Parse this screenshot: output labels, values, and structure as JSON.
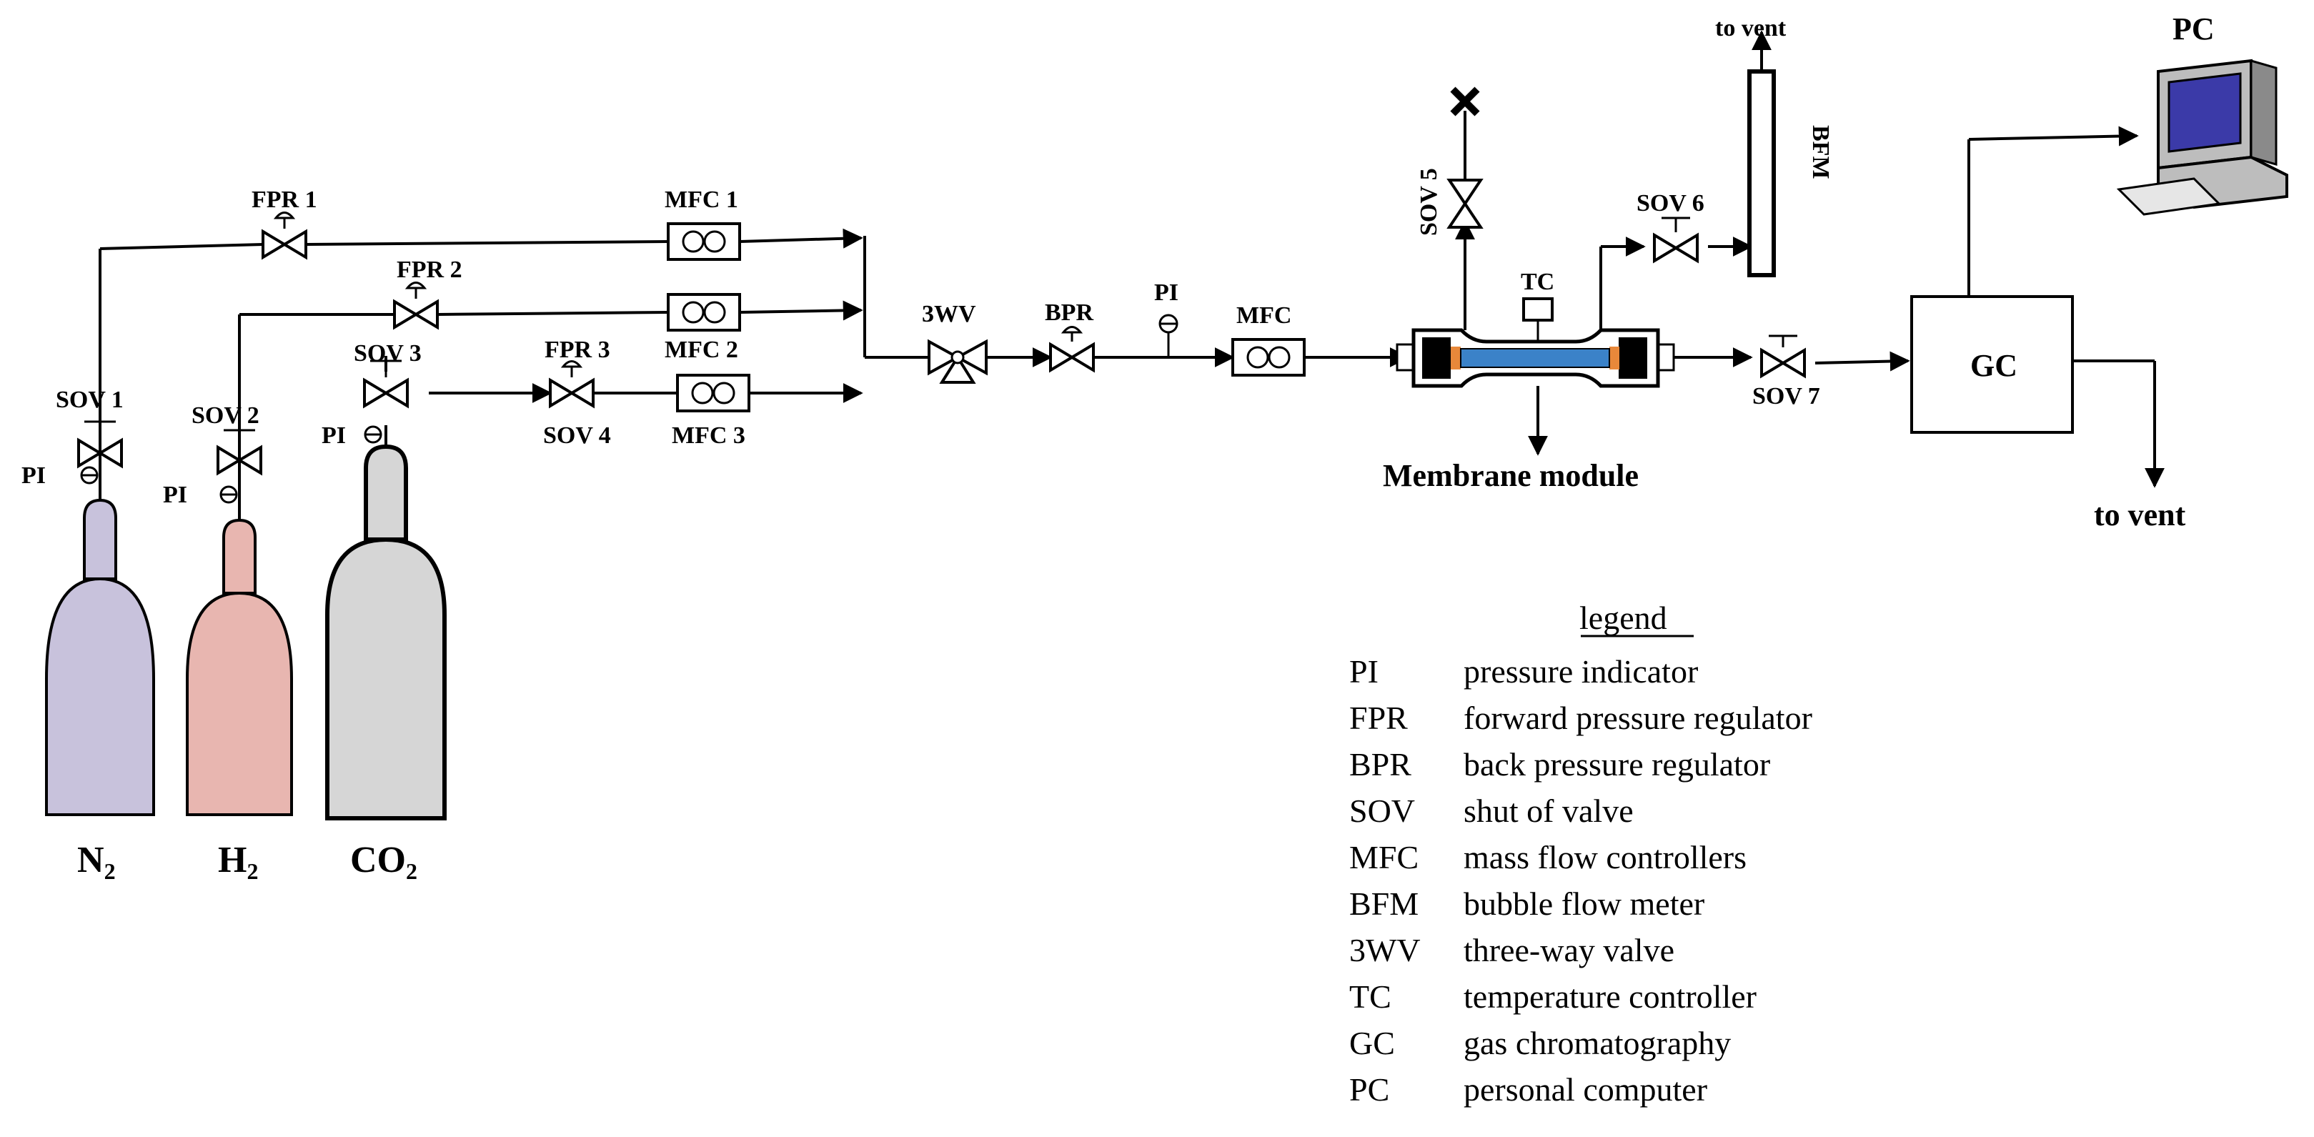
{
  "gases": [
    {
      "main": "N",
      "sub": "2",
      "color": "#c8c2dc"
    },
    {
      "main": "H",
      "sub": "2",
      "color": "#e8b6b0"
    },
    {
      "main": "CO",
      "sub": "2",
      "color": "#d6d6d6"
    }
  ],
  "labels": {
    "fpr1": "FPR 1",
    "fpr2": "FPR 2",
    "fpr3": "FPR 3",
    "sov1": "SOV 1",
    "sov2": "SOV 2",
    "sov3": "SOV 3",
    "sov4": "SOV 4",
    "sov5": "SOV 5",
    "sov6": "SOV 6",
    "sov7": "SOV 7",
    "mfc1": "MFC 1",
    "mfc2": "MFC 2",
    "mfc3": "MFC 3",
    "mfc": "MFC",
    "pi": "PI",
    "wv": "3WV",
    "bpr": "BPR",
    "tc": "TC",
    "bfm": "BFM",
    "gc": "GC",
    "pc": "PC",
    "to_vent": "to vent",
    "membrane_module": "Membrane module"
  },
  "legend": {
    "title": "legend",
    "items": [
      {
        "abbr": "PI",
        "desc": "pressure indicator"
      },
      {
        "abbr": "FPR",
        "desc": "forward pressure regulator"
      },
      {
        "abbr": "BPR",
        "desc": "back pressure regulator"
      },
      {
        "abbr": "SOV",
        "desc": "shut of valve"
      },
      {
        "abbr": "MFC",
        "desc": "mass flow controllers"
      },
      {
        "abbr": "BFM",
        "desc": "bubble flow meter"
      },
      {
        "abbr": "3WV",
        "desc": "three-way valve"
      },
      {
        "abbr": "TC",
        "desc": "temperature controller"
      },
      {
        "abbr": "GC",
        "desc": "gas chromatography"
      },
      {
        "abbr": "PC",
        "desc": "personal computer"
      }
    ]
  },
  "colors": {
    "module_tube": "#3b82c8",
    "module_seal": "#e8883a",
    "monitor_screen": "#3b3aa8"
  }
}
